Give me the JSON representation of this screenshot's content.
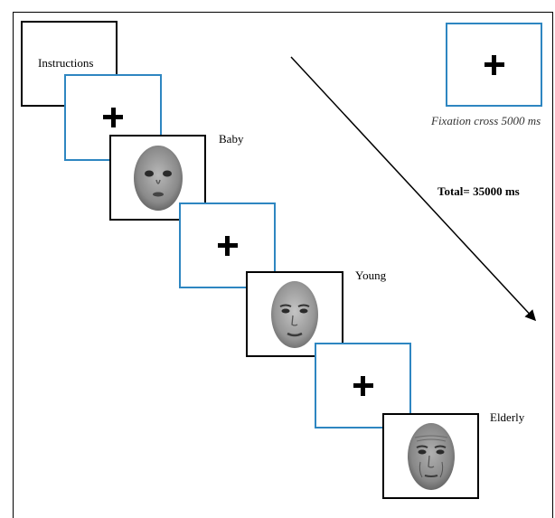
{
  "instructions_label": "Instructions",
  "conditions": {
    "baby": "Baby",
    "young": "Young",
    "elderly": "Elderly"
  },
  "legend": {
    "fixation_caption": "Fixation cross 5000 ms"
  },
  "total_label": "Total= 35000 ms",
  "colors": {
    "frame_border": "#000000",
    "fixation_border": "#2e86c1"
  },
  "icons": [
    "fixation-cross-icon",
    "face-image",
    "arrow-icon"
  ]
}
